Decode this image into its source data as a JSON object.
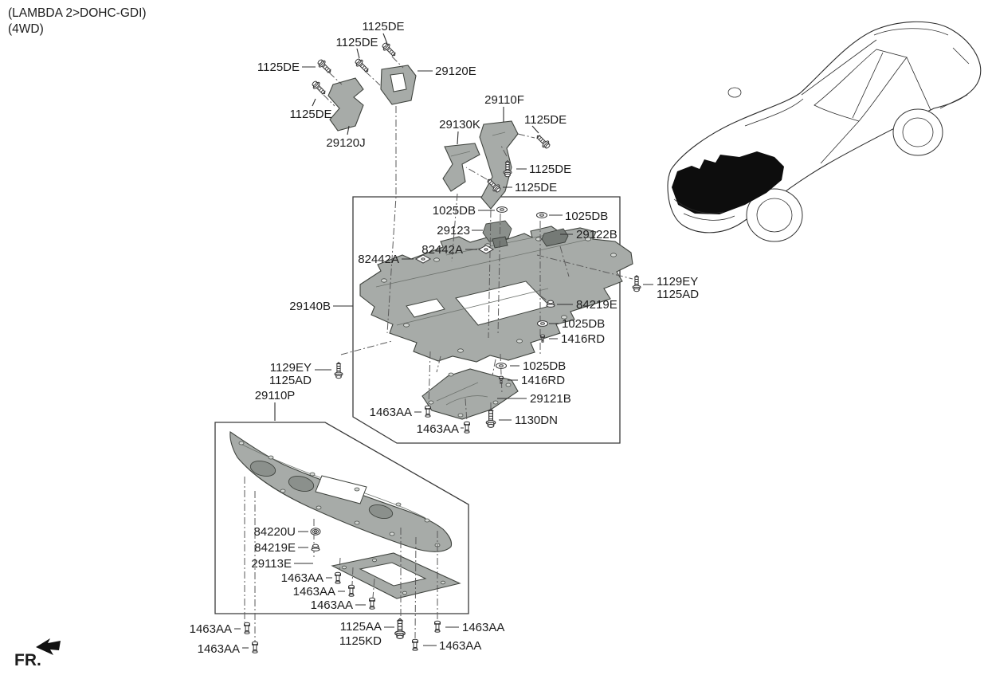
{
  "header": {
    "variant_line1": "(LAMBDA 2>DOHC-GDI)",
    "variant_line2": "(4WD)"
  },
  "orientation": {
    "fr_label": "FR."
  },
  "labels": [
    {
      "text": "1125DE"
    },
    {
      "text": "1125DE"
    },
    {
      "text": "1125DE"
    },
    {
      "text": "1125DE"
    },
    {
      "text": "29120J"
    },
    {
      "text": "29120E"
    },
    {
      "text": "29110F"
    },
    {
      "text": "29130K"
    },
    {
      "text": "1125DE"
    },
    {
      "text": "1125DE"
    },
    {
      "text": "1125DE"
    },
    {
      "text": "1025DB"
    },
    {
      "text": "1025DB"
    },
    {
      "text": "29123"
    },
    {
      "text": "29122B"
    },
    {
      "text": "82442A"
    },
    {
      "text": "82442A"
    },
    {
      "text": "29140B"
    },
    {
      "text": "1129EY"
    },
    {
      "text": "1125AD"
    },
    {
      "text": "84219E"
    },
    {
      "text": "1025DB"
    },
    {
      "text": "1416RD"
    },
    {
      "text": "1025DB"
    },
    {
      "text": "1416RD"
    },
    {
      "text": "29121B"
    },
    {
      "text": "1129EY"
    },
    {
      "text": "1125AD"
    },
    {
      "text": "1463AA"
    },
    {
      "text": "1463AA"
    },
    {
      "text": "1130DN"
    },
    {
      "text": "29110P"
    },
    {
      "text": "84220U"
    },
    {
      "text": "84219E"
    },
    {
      "text": "29113E"
    },
    {
      "text": "1463AA"
    },
    {
      "text": "1463AA"
    },
    {
      "text": "1463AA"
    },
    {
      "text": "1125AA"
    },
    {
      "text": "1125KD"
    },
    {
      "text": "1463AA"
    },
    {
      "text": "1463AA"
    },
    {
      "text": "1463AA"
    },
    {
      "text": "1463AA"
    }
  ]
}
